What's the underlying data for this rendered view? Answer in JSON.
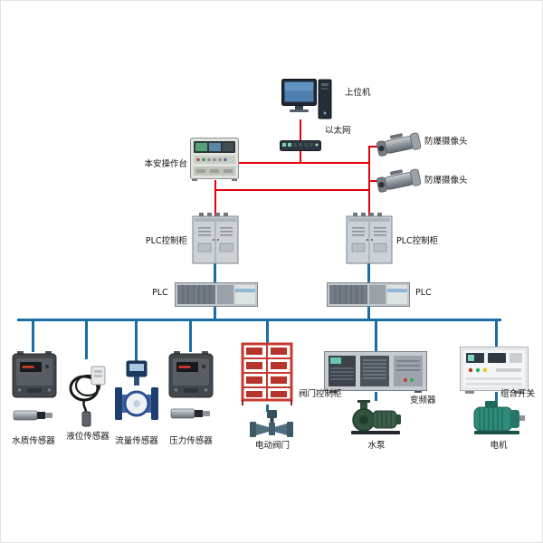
{
  "diagram": {
    "type": "plc-water-control-system-topology",
    "colors": {
      "ethernet_line": "#e8000d",
      "fieldbus_line": "#1a6ea6",
      "background": "#ffffff"
    },
    "nodes": {
      "host_computer": {
        "label": "上位机"
      },
      "ethernet": {
        "label": "以太网"
      },
      "console": {
        "label": "本安操作台"
      },
      "camera_top": {
        "label": "防爆摄像头"
      },
      "camera_bottom": {
        "label": "防爆摄像头"
      },
      "plc_cabinet_left": {
        "label": "PLC控制柜"
      },
      "plc_cabinet_right": {
        "label": "PLC控制柜"
      },
      "plc_left": {
        "label": "PLC"
      },
      "plc_right": {
        "label": "PLC"
      },
      "water_quality_sensor": {
        "label": "水质传感器"
      },
      "level_sensor": {
        "label": "液位传感器"
      },
      "flow_sensor": {
        "label": "流量传感器"
      },
      "pressure_sensor": {
        "label": "压力传感器"
      },
      "valve_cabinet": {
        "label": "阀门控制柜"
      },
      "electric_valve": {
        "label": "电动阀门"
      },
      "vfd": {
        "label": "变频器"
      },
      "water_pump": {
        "label": "水泵"
      },
      "combo_switch": {
        "label": "组合开关"
      },
      "motor": {
        "label": "电机"
      }
    }
  }
}
